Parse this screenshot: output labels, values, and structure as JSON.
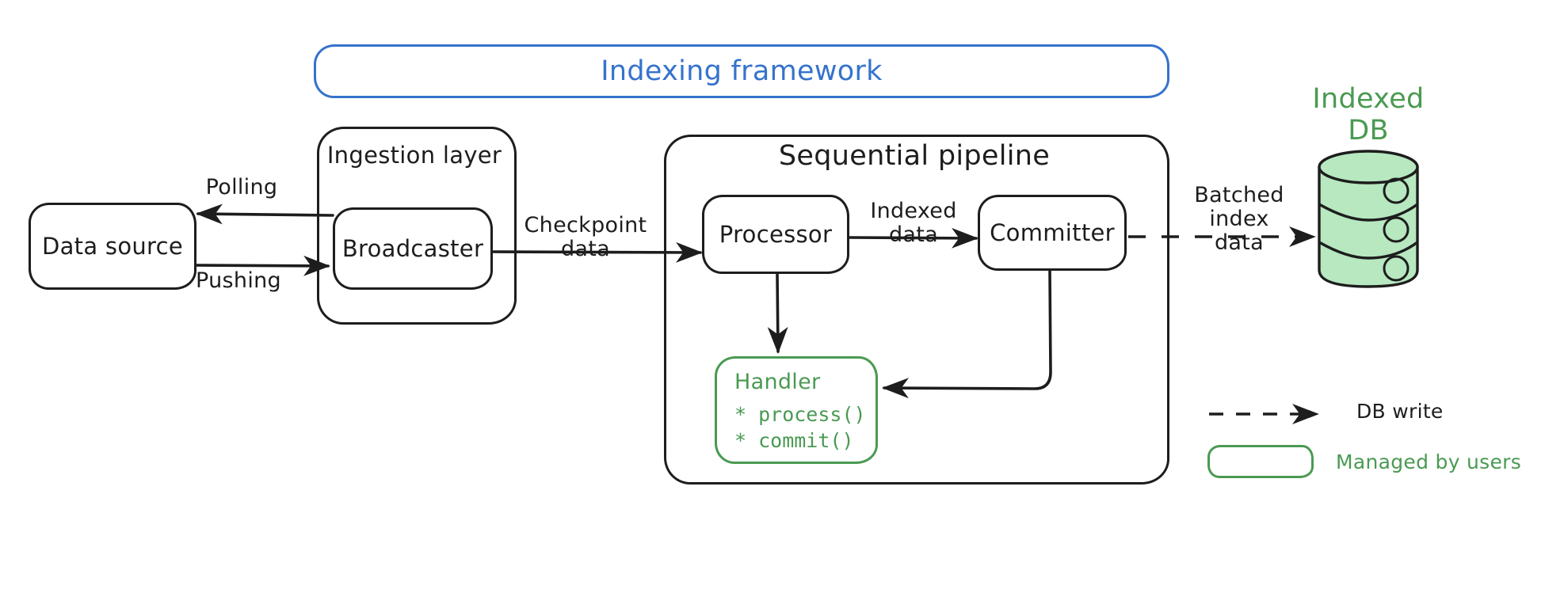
{
  "diagram": {
    "title_banner": "Indexing framework",
    "containers": [
      {
        "id": "ingestion",
        "label": "Ingestion layer"
      },
      {
        "id": "pipeline",
        "label": "Sequential pipeline"
      }
    ],
    "nodes": [
      {
        "id": "data-source",
        "label": "Data source"
      },
      {
        "id": "broadcaster",
        "label": "Broadcaster"
      },
      {
        "id": "processor",
        "label": "Processor"
      },
      {
        "id": "committer",
        "label": "Committer"
      }
    ],
    "handler": {
      "title": "Handler",
      "items": [
        "* process()",
        "* commit()"
      ]
    },
    "database": {
      "label_line1": "Indexed",
      "label_line2": "DB"
    },
    "edges": [
      {
        "id": "polling",
        "label": "Polling",
        "from": "broadcaster",
        "to": "data-source",
        "style": "solid"
      },
      {
        "id": "pushing",
        "label": "Pushing",
        "from": "data-source",
        "to": "broadcaster",
        "style": "solid"
      },
      {
        "id": "checkpoint",
        "label": "Checkpoint\ndata",
        "from": "broadcaster",
        "to": "processor",
        "style": "solid"
      },
      {
        "id": "indexed",
        "label": "Indexed\ndata",
        "from": "processor",
        "to": "committer",
        "style": "solid"
      },
      {
        "id": "batched",
        "label": "Batched\nindex\ndata",
        "from": "committer",
        "to": "database",
        "style": "dashed"
      },
      {
        "id": "processor-handler",
        "label": "",
        "from": "processor",
        "to": "handler",
        "style": "solid"
      },
      {
        "id": "committer-handler",
        "label": "",
        "from": "committer",
        "to": "handler",
        "style": "solid"
      }
    ],
    "legend": [
      {
        "id": "db-write",
        "swatch": "dashed-arrow",
        "label": "DB write"
      },
      {
        "id": "managed-by-users",
        "swatch": "green-box",
        "label": "Managed by users"
      }
    ],
    "colors": {
      "ink": "#1d1d1d",
      "blue": "#3573cc",
      "green": "#4a9a52",
      "green_fill": "#b7e8c0"
    }
  }
}
